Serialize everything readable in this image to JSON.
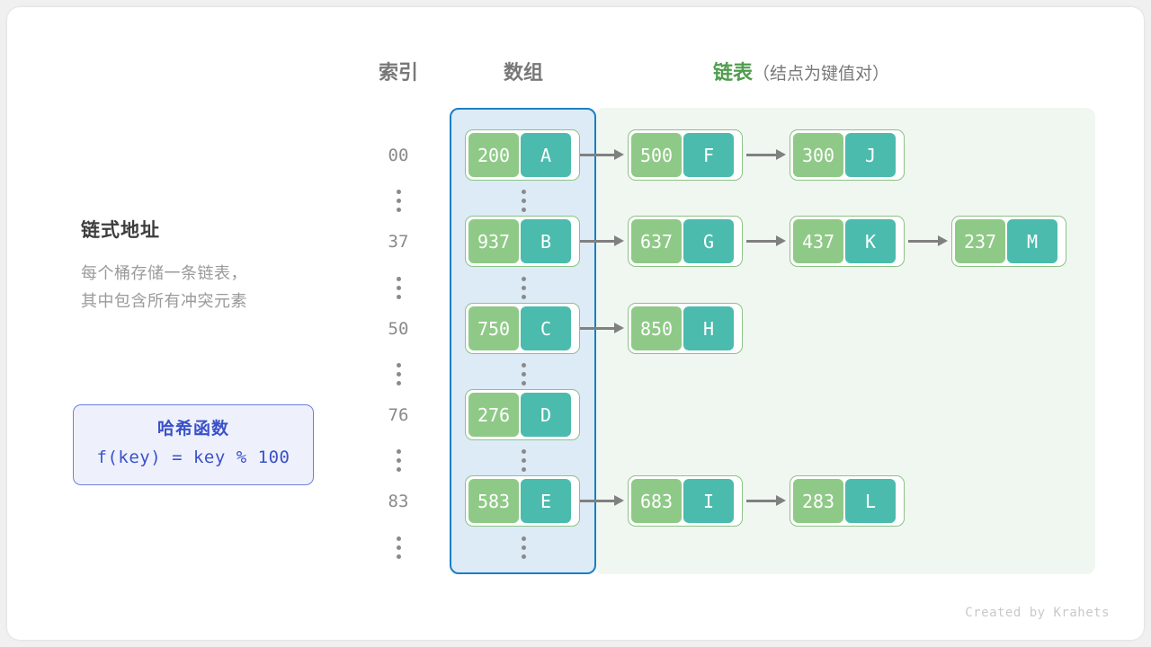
{
  "headers": {
    "index": "索引",
    "array": "数组",
    "list_strong": "链表",
    "list_sub": "（结点为键值对）"
  },
  "left_panel": {
    "title": "链式地址",
    "desc_line1": "每个桶存储一条链表，",
    "desc_line2": "其中包含所有冲突元素"
  },
  "hash_box": {
    "title": "哈希函数",
    "formula": "f(key) = key % 100"
  },
  "colors": {
    "key_cell": "#8fc987",
    "value_cell": "#4bbbad",
    "node_border": "#8cc286",
    "array_region_fill": "#dcebf6",
    "array_region_border": "#1b7fc4",
    "list_region_fill": "#f0f7f0",
    "arrow": "#808080",
    "accent_green": "#4f9d4f",
    "hash_accent": "#3a51c9",
    "index_text": "#8a8a8a"
  },
  "buckets": [
    {
      "index": "00",
      "nodes": [
        {
          "key": "200",
          "value": "A"
        },
        {
          "key": "500",
          "value": "F"
        },
        {
          "key": "300",
          "value": "J"
        }
      ]
    },
    {
      "index": "37",
      "nodes": [
        {
          "key": "937",
          "value": "B"
        },
        {
          "key": "637",
          "value": "G"
        },
        {
          "key": "437",
          "value": "K"
        },
        {
          "key": "237",
          "value": "M"
        }
      ]
    },
    {
      "index": "50",
      "nodes": [
        {
          "key": "750",
          "value": "C"
        },
        {
          "key": "850",
          "value": "H"
        }
      ]
    },
    {
      "index": "76",
      "nodes": [
        {
          "key": "276",
          "value": "D"
        }
      ]
    },
    {
      "index": "83",
      "nodes": [
        {
          "key": "583",
          "value": "E"
        },
        {
          "key": "683",
          "value": "I"
        },
        {
          "key": "283",
          "value": "L"
        }
      ]
    }
  ],
  "ellipsis_symbol": "⋮",
  "footer": "Created by Krahets"
}
